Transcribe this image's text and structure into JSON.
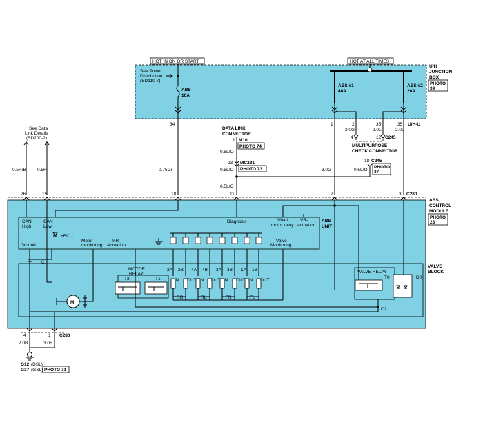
{
  "headers": {
    "hot_in_on_or_start": "HOT IN ON OR START",
    "hot_at_all_times": "HOT AT ALL TIMES"
  },
  "junction_box": {
    "title_1": "U/H",
    "title_2": "JUNCTION",
    "title_3": "BOX",
    "photo": "PHOTO",
    "photo_num": "39",
    "see_power_1": "See Power",
    "see_power_2": "Distribution",
    "see_power_3": "(SD110-7)",
    "fuse_abs_name": "ABS",
    "fuse_abs_rating": "10A",
    "fuse_abs1_name": "ABS #1",
    "fuse_abs1_rating": "40A",
    "fuse_abs2_name": "ABS #2",
    "fuse_abs2_rating": "20A",
    "pin_34": "34",
    "pin_1": "1",
    "pin_35": "35",
    "connector": "U/H-U"
  },
  "data_link": {
    "title_1": "DATA LINK",
    "title_2": "CONNECTOR",
    "m10": "M10",
    "photo_74": "PHOTO 74",
    "pin_1": "1",
    "wire_1": "0.5L/O",
    "pin_23": "23",
    "mc231": "MC231",
    "photo_73": "PHOTO 73",
    "wire_2": "0.5L/O",
    "wire_3": "0.5L/O"
  },
  "see_data_link": {
    "line_1": "See Data",
    "line_2": "Link Details",
    "line_3": "(SD200-2)"
  },
  "multipurpose": {
    "title_1": "MULTIPURPOSE",
    "title_2": "CHECK CONNECTOR",
    "c245_a": "C245",
    "c245_b": "C245",
    "pin_2": "2",
    "pin_4": "4",
    "pin_12": "12",
    "pin_18": "18",
    "wire_20g": "2.0G",
    "wire_20l": "2.0L",
    "wire_20l_b": "2.0L",
    "wire_05lo": "0.5L/O",
    "photo_37": "PHOTO",
    "photo_37_num": "37"
  },
  "wires": {
    "w_05rb": "0.5R/B",
    "w_05r": "0.5R",
    "w_075gr": "0.75Gr",
    "w_30g": "3.0G"
  },
  "pins_c280": {
    "p26": "26",
    "p15": "15",
    "p18": "18",
    "p11": "11",
    "p2": "2",
    "p3": "3",
    "c280": "C280"
  },
  "module": {
    "title_1": "ABS",
    "title_2": "CONTROL",
    "title_3": "MODULE",
    "photo": "PHOTO",
    "photo_num": "23",
    "abs_unit_1": "ABS",
    "abs_unit_2": "UNIT",
    "can_high_1": "CAN",
    "can_high_2": "High",
    "can_low_1": "CAN",
    "can_low_2": "Low",
    "ecu": "+ECU",
    "ground": "Ground",
    "motor_mon_1": "Motor",
    "motor_mon_2": "monitoring",
    "mr_act_1": "MR-",
    "mr_act_2": "Actuation",
    "diagnosis": "Diagnosis",
    "vbatt_1": "Vbatt",
    "vbatt_2": "motor relay",
    "vr_act_1": "VR-",
    "vr_act_2": "actuation",
    "valve_mon_1": "Valve",
    "valve_mon_2": "Monitoring",
    "c1": "C1",
    "c2": "C2"
  },
  "valve_block": {
    "title_1": "VALVE",
    "title_2": "BLOCK",
    "motor_relay_1": "MOTOR",
    "motor_relay_2": "RELAY",
    "t2": "T2",
    "t1": "T1",
    "valve_relay": "VALVE RELAY",
    "t0": "T0",
    "d0": "D0",
    "motor": "M",
    "valves": [
      {
        "code": "2A",
        "io": "IN"
      },
      {
        "code": "2B",
        "io": "OUT"
      },
      {
        "code": "4A",
        "io": "IN"
      },
      {
        "code": "4B",
        "io": "OUT"
      },
      {
        "code": "3A",
        "io": "IN"
      },
      {
        "code": "3B",
        "io": "OUT"
      },
      {
        "code": "1A",
        "io": "IN"
      },
      {
        "code": "1B",
        "io": "OUT"
      }
    ],
    "wheel_groups": [
      "RR",
      "RL",
      "FR",
      "FL"
    ]
  },
  "bottom": {
    "pin_4": "4",
    "pin_1": "1",
    "c280": "C280",
    "wire_20b": "2.0B",
    "wire_30b": "3.0B",
    "ground_1": "G12",
    "ground_1_suffix": "(DSL)",
    "ground_2": "G37",
    "ground_2_suffix": "(GSL)",
    "photo_71": "PHOTO 71"
  },
  "colors": {
    "region_fill": "#7fd1e3",
    "line": "#000000",
    "label_bg": "#ffffff"
  }
}
